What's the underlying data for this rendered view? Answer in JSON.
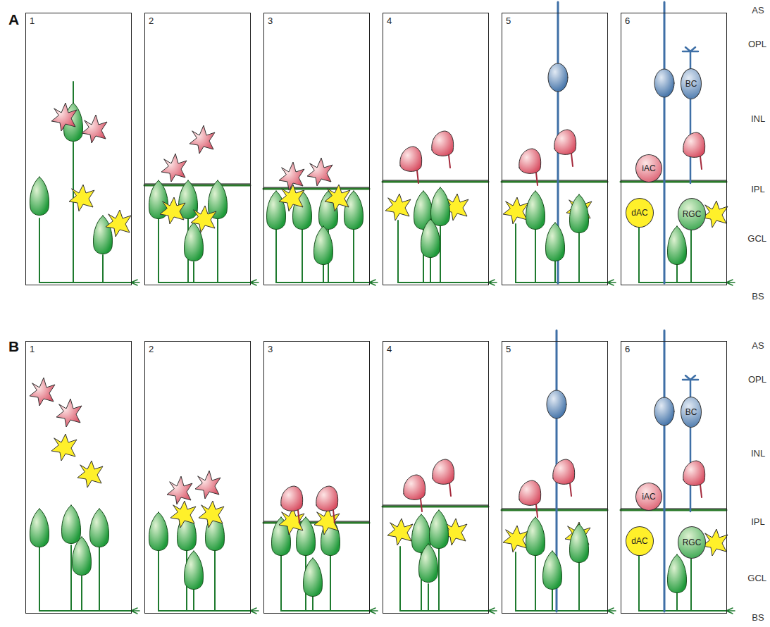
{
  "diagram": {
    "nodes": [
      {
        "text": [
          "1"
        ]
      },
      {
        "text": [
          "2"
        ]
      },
      {
        "text": [
          "3"
        ]
      },
      {
        "text": [
          "4"
        ]
      },
      {
        "text": [
          "5"
        ]
      },
      {
        "text": [
          "6"
        ]
      },
      {
        "text": [
          "BC"
        ],
        "in": 5
      },
      {
        "text": [
          "iAC"
        ],
        "in": 5
      },
      {
        "text": [
          "dAC"
        ],
        "in": 5
      },
      {
        "text": [
          "RGC"
        ],
        "in": 5
      },
      {
        "text": [
          "1"
        ]
      },
      {
        "text": [
          "2"
        ]
      },
      {
        "text": [
          "3"
        ]
      },
      {
        "text": [
          "4"
        ]
      },
      {
        "text": [
          "5"
        ]
      },
      {
        "text": [
          "6"
        ]
      },
      {
        "text": [
          "BC"
        ],
        "in": 15
      },
      {
        "text": [
          "iAC"
        ],
        "in": 15
      },
      {
        "text": [
          "dAC"
        ],
        "in": 15
      },
      {
        "text": [
          "RGC"
        ],
        "in": 15
      }
    ],
    "labels": [
      "A",
      "AS",
      "OPL",
      "INL",
      "IPL",
      "GCL",
      "BS",
      "B",
      "AS",
      "OPL",
      "INL",
      "IPL",
      "GCL",
      "BS"
    ]
  }
}
